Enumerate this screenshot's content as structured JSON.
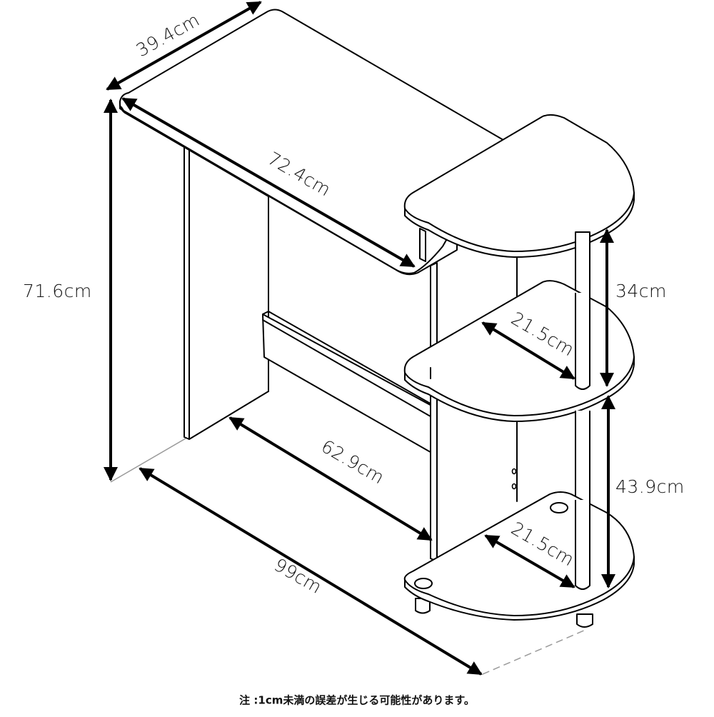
{
  "figure": {
    "subject": "desk-with-side-shelf-unit",
    "line_color": "#000000",
    "background": "#ffffff"
  },
  "dimensions": {
    "depth": "39.4cm",
    "height": "71.6cm",
    "desk_width": "72.4cm",
    "legroom_width": "62.9cm",
    "total_width": "99cm",
    "upper_shelf_spacing": "34cm",
    "lower_shelf_spacing": "43.9cm",
    "middle_shelf_depth": "21.5cm",
    "bottom_shelf_depth": "21.5cm"
  },
  "note": "注 :1cm未満の誤差が生じる可能性があります。"
}
